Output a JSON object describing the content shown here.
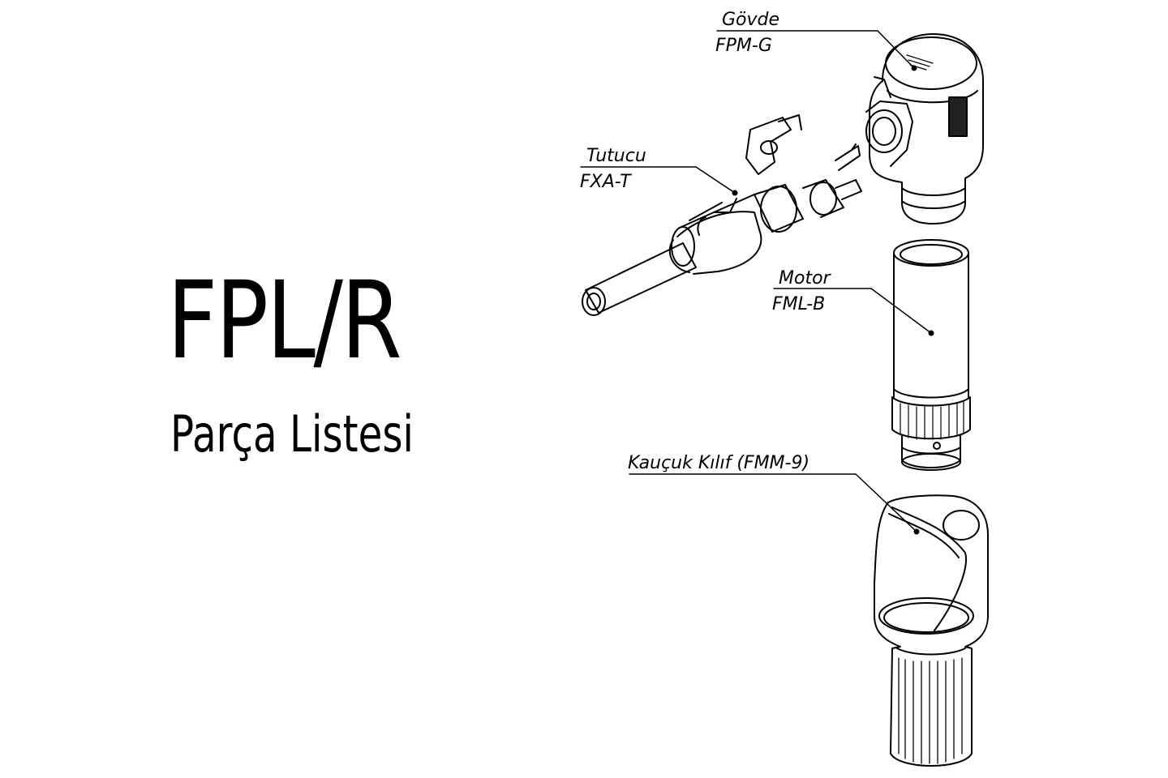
{
  "heading": {
    "title": "FPL/R",
    "subtitle": "Parça Listesi"
  },
  "parts": [
    {
      "name": "Gövde",
      "code": "FPM-G"
    },
    {
      "name": "Tutucu",
      "code": "FXA-T"
    },
    {
      "name": "Motor",
      "code": "FML-B"
    },
    {
      "name": "Kauçuk Kılıf (FMM-9)",
      "code": ""
    }
  ]
}
